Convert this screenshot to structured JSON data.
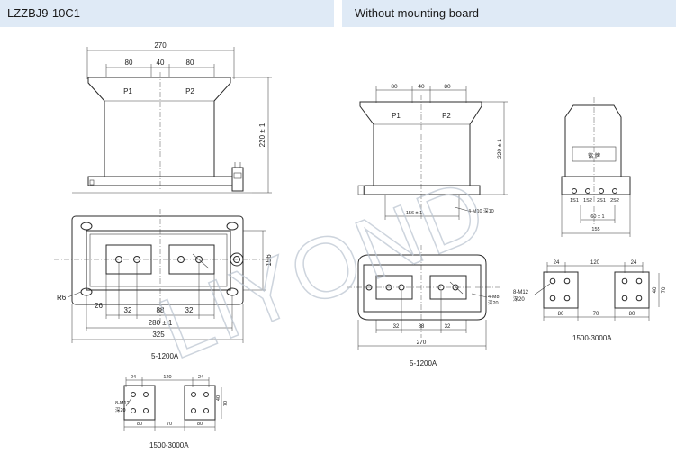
{
  "left": {
    "title": "LZZBJ9-10C1",
    "front": {
      "overall_width": "270",
      "top_dims": [
        "80",
        "40",
        "80"
      ],
      "p1": "P1",
      "p2": "P2",
      "height": "220 ± 1"
    },
    "plan": {
      "height": "156",
      "radius": "R6",
      "offset": "26",
      "bottom_dims": [
        "32",
        "88",
        "32"
      ],
      "hole_pitch": "280 ± 1",
      "overall": "325"
    },
    "range_small": "5-1200A",
    "bolt_plate": {
      "top_dims": [
        "24",
        "120",
        "24"
      ],
      "bolt_note_1": "8-M12",
      "bolt_note_2": "深20",
      "side_dims": [
        "40",
        "70"
      ],
      "bottom_dims": [
        "80",
        "70",
        "80"
      ]
    },
    "range_large": "1500-3000A"
  },
  "right": {
    "title": "Without mounting board",
    "front": {
      "top_dims": [
        "80",
        "40",
        "80"
      ],
      "p1": "P1",
      "p2": "P2",
      "height": "220 ± 1",
      "width": "156 ± 1",
      "thread_note": "4-M10 深10"
    },
    "side": {
      "label": "铭 牌",
      "terminals": [
        "1S1",
        "1S2",
        "2S1",
        "2S2"
      ],
      "pitch": "60 ± 1",
      "width": "155"
    },
    "plan": {
      "thread_note_1": "4-M8",
      "thread_note_2": "深20",
      "bottom_dims": [
        "32",
        "88",
        "32"
      ],
      "overall": "270"
    },
    "range_small": "5-1200A",
    "bolt_plate": {
      "top_dims": [
        "24",
        "120",
        "24"
      ],
      "bolt_note_1": "8-M12",
      "bolt_note_2": "深20",
      "side_dims": [
        "40",
        "70"
      ],
      "bottom_dims": [
        "80",
        "70",
        "80"
      ]
    },
    "range_large": "1500-3000A"
  },
  "watermark": "LIYOND"
}
